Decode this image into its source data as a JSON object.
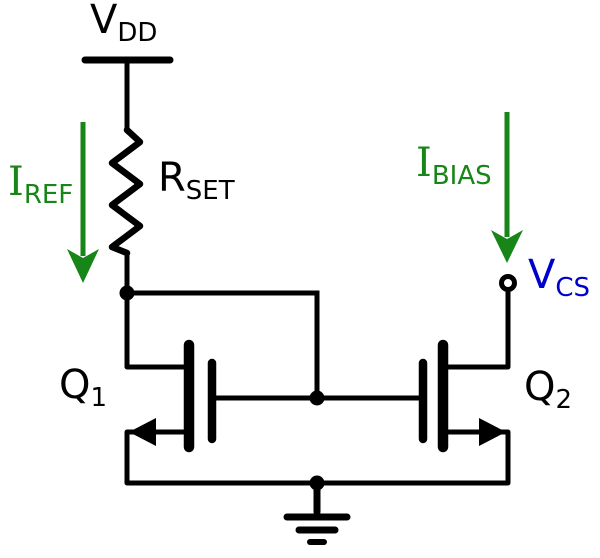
{
  "colors": {
    "wire": "#000000",
    "current_arrow": "#178517",
    "voltage_output_label": "#0000cc",
    "background": "#ffffff"
  },
  "labels": {
    "vdd": {
      "main": "V",
      "sub": "DD"
    },
    "rset": {
      "main": "R",
      "sub": "SET"
    },
    "iref": {
      "main": "I",
      "sub": "REF"
    },
    "ibias": {
      "main": "I",
      "sub": "BIAS"
    },
    "q1": {
      "main": "Q",
      "sub": "1"
    },
    "q2": {
      "main": "Q",
      "sub": "2"
    },
    "vcs": {
      "main": "V",
      "sub": "CS"
    }
  }
}
